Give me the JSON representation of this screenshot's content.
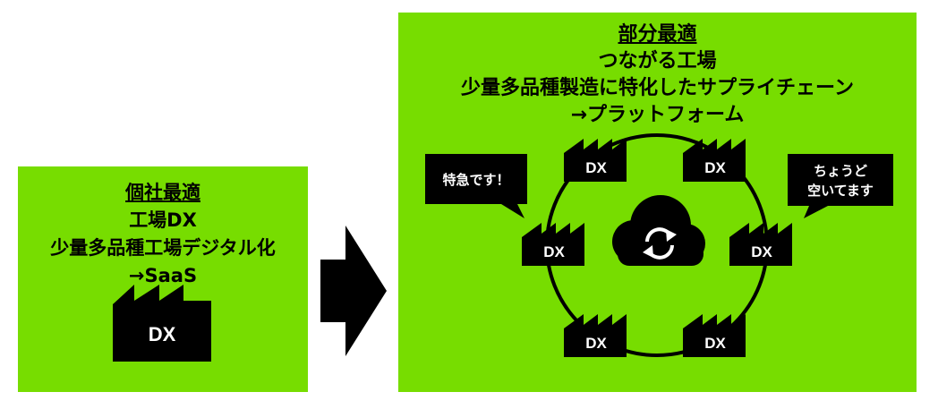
{
  "left_panel": {
    "title_lines": [
      "個社最適",
      "工場DX",
      "少量多品種工場デジタル化",
      "→SaaS"
    ],
    "factory_label": "DX"
  },
  "right_panel": {
    "title_lines": [
      "部分最適",
      "つながる工場",
      "少量多品種製造に特化したサプライチェーン",
      "→プラットフォーム"
    ],
    "factory_label": "DX",
    "bubbles": {
      "left": "特急です！",
      "right_line1": "ちょうど",
      "right_line2": "空いてます"
    },
    "center_icon": "cloud-sync-icon"
  },
  "arrow_icon": "right-chevron-arrow-icon",
  "colors": {
    "panel_green": "#77dd00",
    "dark": "#000000",
    "text_light": "#ffffff"
  }
}
